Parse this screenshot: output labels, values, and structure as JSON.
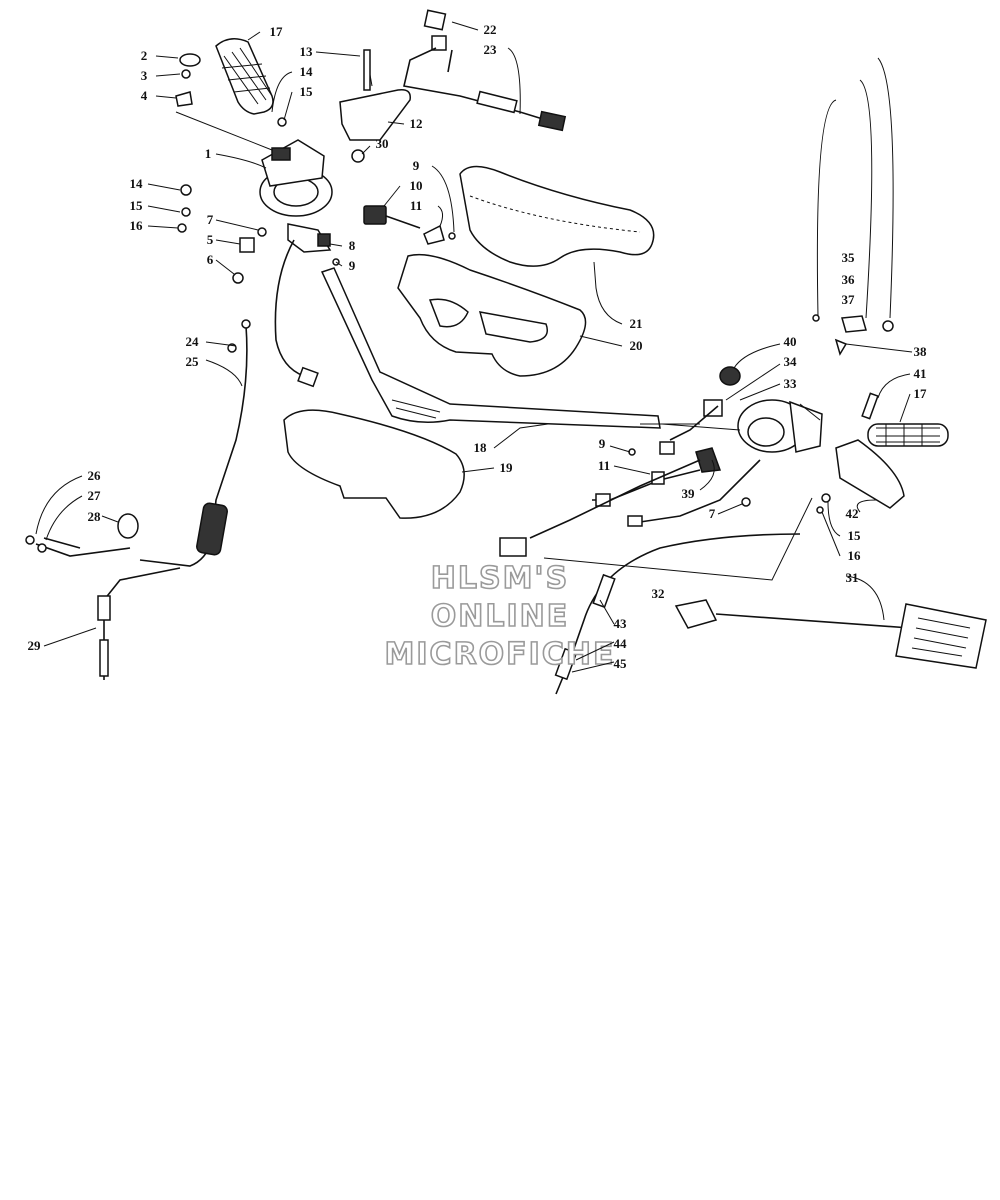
{
  "watermark": {
    "line1": "HLSM'S",
    "line2": "ONLINE",
    "line3": "MICROFICHE"
  },
  "callouts": {
    "c1": "1",
    "c2": "2",
    "c3": "3",
    "c4": "4",
    "c5": "5",
    "c6": "6",
    "c7a": "7",
    "c7b": "7",
    "c8": "8",
    "c9a": "9",
    "c9b": "9",
    "c9c": "9",
    "c10": "10",
    "c11a": "11",
    "c11b": "11",
    "c12": "12",
    "c13": "13",
    "c14a": "14",
    "c14b": "14",
    "c15a": "15",
    "c15b": "15",
    "c15c": "15",
    "c16a": "16",
    "c16b": "16",
    "c17a": "17",
    "c17b": "17",
    "c18": "18",
    "c19": "19",
    "c20": "20",
    "c21": "21",
    "c22": "22",
    "c23": "23",
    "c24": "24",
    "c25": "25",
    "c26": "26",
    "c27": "27",
    "c28": "28",
    "c29": "29",
    "c30": "30",
    "c31": "31",
    "c32": "32",
    "c33": "33",
    "c34": "34",
    "c35": "35",
    "c36": "36",
    "c37": "37",
    "c38": "38",
    "c39": "39",
    "c40": "40",
    "c41": "41",
    "c42": "42",
    "c43": "43",
    "c44": "44",
    "c45": "45"
  }
}
